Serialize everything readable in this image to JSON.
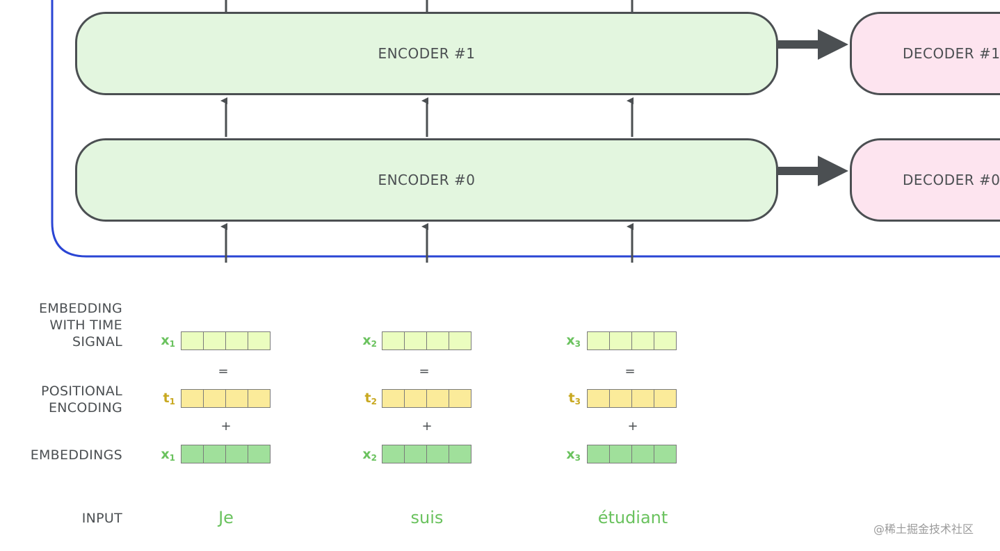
{
  "encoders": [
    {
      "label": "ENCODER #1"
    },
    {
      "label": "ENCODER #0"
    }
  ],
  "decoders": [
    {
      "label": "DECODER #1"
    },
    {
      "label": "DECODER #0"
    }
  ],
  "row_labels": {
    "signal": [
      "EMBEDDING",
      "WITH TIME",
      "SIGNAL"
    ],
    "positional": [
      "POSITIONAL",
      "ENCODING"
    ],
    "embeddings": "EMBEDDINGS",
    "input": "INPUT"
  },
  "tokens": [
    {
      "x": "x",
      "x_sub": "1",
      "t": "t",
      "t_sub": "1",
      "word": "Je"
    },
    {
      "x": "x",
      "x_sub": "2",
      "t": "t",
      "t_sub": "2",
      "word": "suis"
    },
    {
      "x": "x",
      "x_sub": "3",
      "t": "t",
      "t_sub": "3",
      "word": "étudiant"
    }
  ],
  "operators": {
    "equals": "=",
    "plus": "+"
  },
  "watermark": "@稀土掘金技术社区",
  "colors": {
    "frame_blue": "#2a45d4",
    "encoder_fill": "#e3f6df",
    "decoder_fill": "#fde4ef",
    "embedding_cell": "#a0e09b",
    "signal_cell": "#ebfdbf",
    "positional_cell": "#fbeb9a",
    "x_label": "#6ac25e",
    "t_label": "#c8a820"
  }
}
